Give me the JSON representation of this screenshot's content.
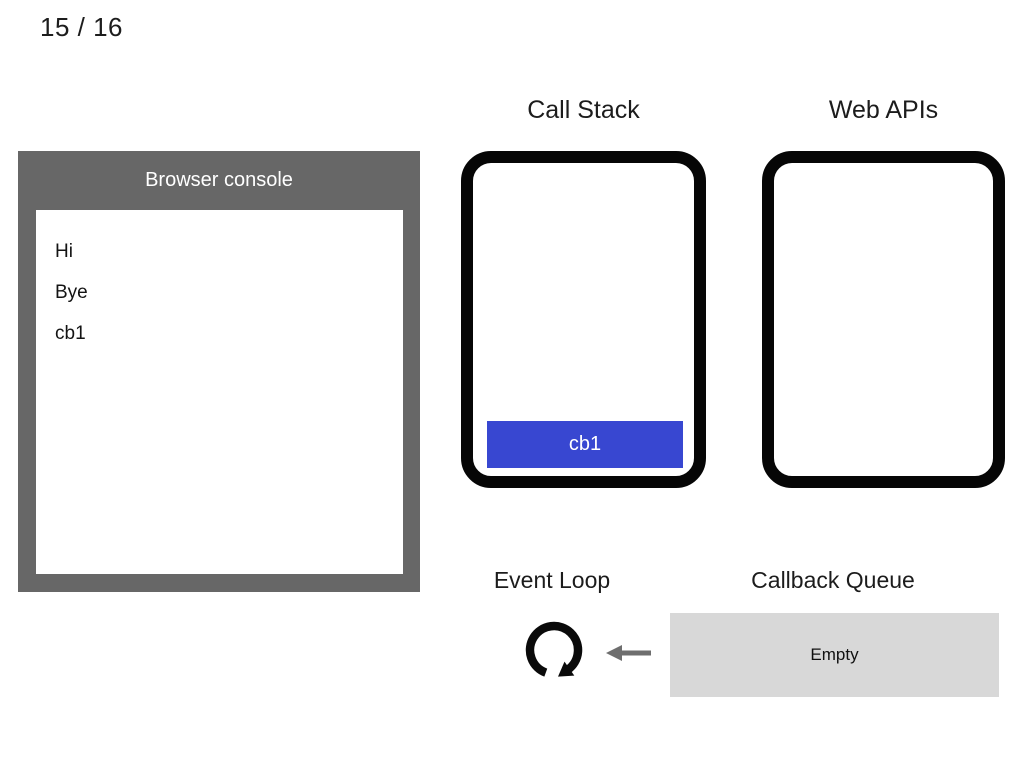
{
  "page": {
    "slide_counter": "15 / 16"
  },
  "browser_console": {
    "title": "Browser console",
    "entries": [
      "Hi",
      "Bye",
      "cb1"
    ],
    "frame_color": "#676767",
    "title_text_color": "#ffffff",
    "log_background": "#ffffff"
  },
  "call_stack": {
    "title": "Call Stack",
    "frames": [
      {
        "label": "cb1",
        "color": "#3847d1",
        "text_color": "#ffffff"
      }
    ]
  },
  "web_apis": {
    "title": "Web APIs",
    "items": []
  },
  "event_loop": {
    "title": "Event Loop",
    "icon": "loop-arrow-icon",
    "icon_color": "#0a0a0a"
  },
  "callback_queue": {
    "title": "Callback Queue",
    "status": "Empty",
    "box_color": "#d8d8d8"
  },
  "flow": {
    "arrow_icon": "left-arrow-icon",
    "arrow_color": "#6e6e6e",
    "direction": "callback-queue-to-event-loop"
  },
  "colors": {
    "box_border": "#060606",
    "text": "#1c1c1c",
    "background": "#ffffff"
  }
}
